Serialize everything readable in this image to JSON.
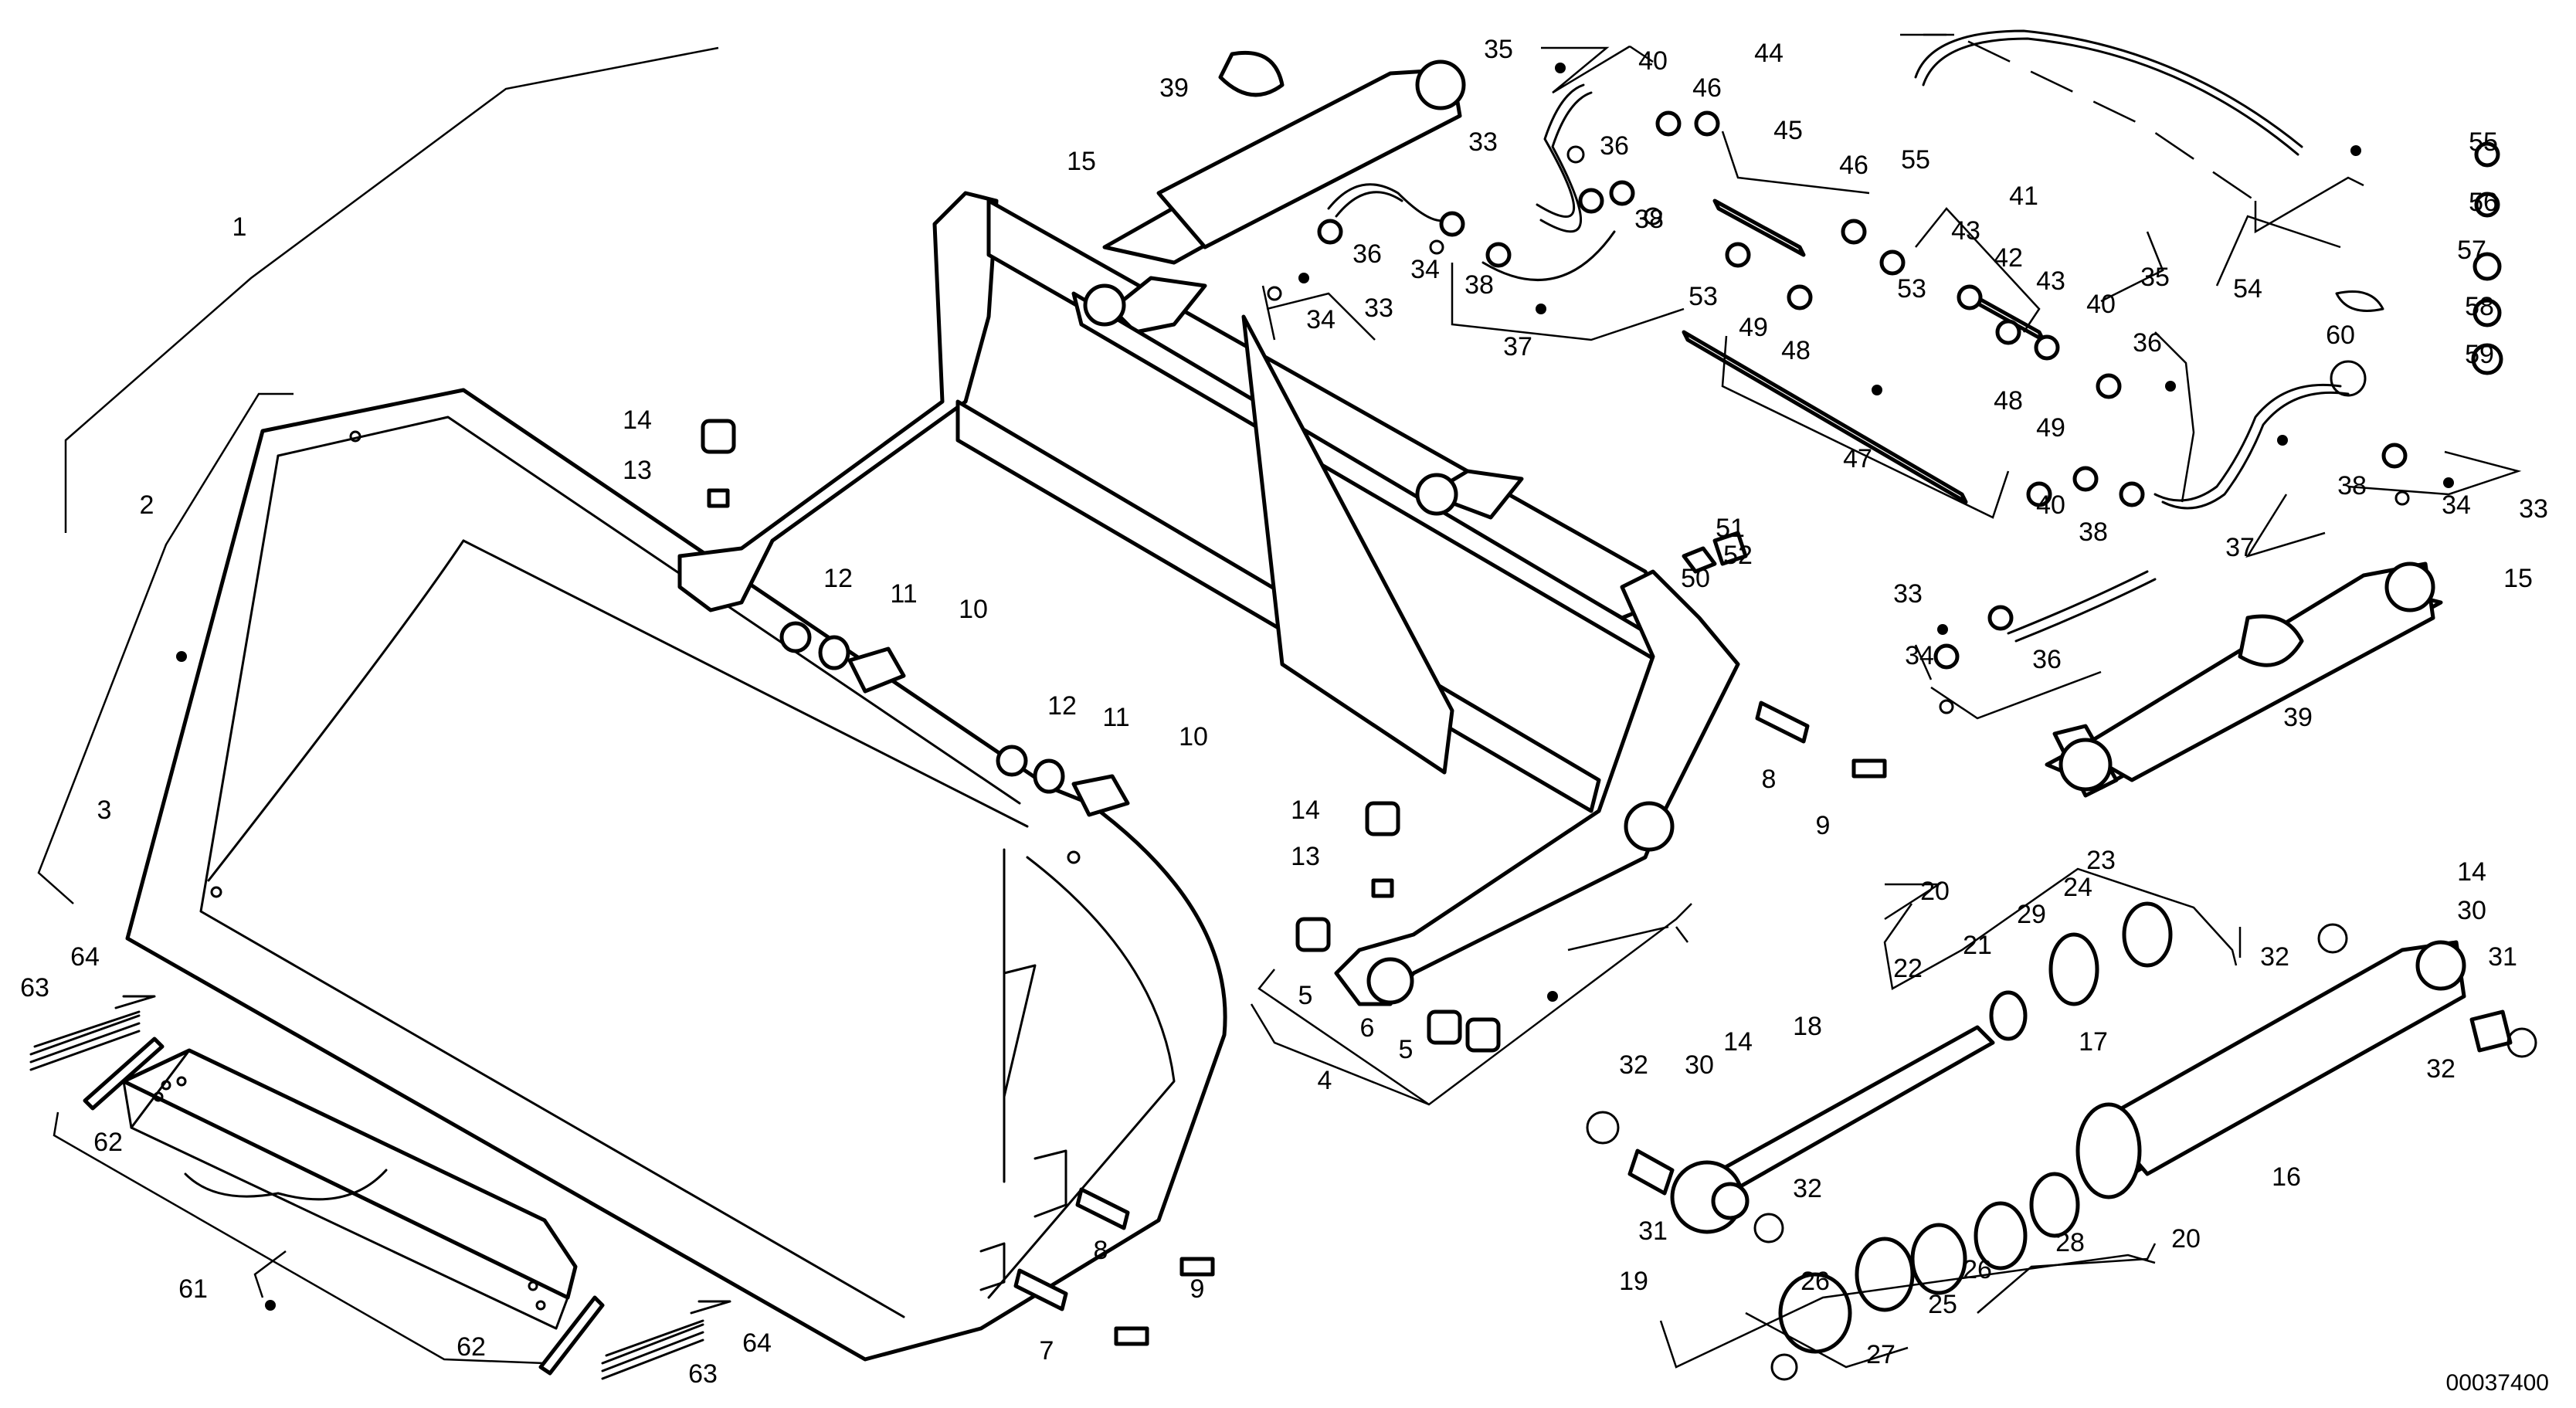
{
  "document_number": "00037400",
  "callouts": [
    {
      "num": "1"
    },
    {
      "num": "2"
    },
    {
      "num": "3"
    },
    {
      "num": "4"
    },
    {
      "num": "5"
    },
    {
      "num": "5"
    },
    {
      "num": "6"
    },
    {
      "num": "7"
    },
    {
      "num": "8"
    },
    {
      "num": "8"
    },
    {
      "num": "9"
    },
    {
      "num": "9"
    },
    {
      "num": "10"
    },
    {
      "num": "10"
    },
    {
      "num": "11"
    },
    {
      "num": "11"
    },
    {
      "num": "12"
    },
    {
      "num": "12"
    },
    {
      "num": "13"
    },
    {
      "num": "13"
    },
    {
      "num": "14"
    },
    {
      "num": "14"
    },
    {
      "num": "14"
    },
    {
      "num": "14"
    },
    {
      "num": "15"
    },
    {
      "num": "15"
    },
    {
      "num": "16"
    },
    {
      "num": "17"
    },
    {
      "num": "18"
    },
    {
      "num": "19"
    },
    {
      "num": "20"
    },
    {
      "num": "20"
    },
    {
      "num": "21"
    },
    {
      "num": "22"
    },
    {
      "num": "23"
    },
    {
      "num": "24"
    },
    {
      "num": "25"
    },
    {
      "num": "26"
    },
    {
      "num": "26"
    },
    {
      "num": "27"
    },
    {
      "num": "28"
    },
    {
      "num": "29"
    },
    {
      "num": "30"
    },
    {
      "num": "30"
    },
    {
      "num": "31"
    },
    {
      "num": "31"
    },
    {
      "num": "32"
    },
    {
      "num": "32"
    },
    {
      "num": "32"
    },
    {
      "num": "32"
    },
    {
      "num": "33"
    },
    {
      "num": "33"
    },
    {
      "num": "33"
    },
    {
      "num": "33"
    },
    {
      "num": "34"
    },
    {
      "num": "34"
    },
    {
      "num": "34"
    },
    {
      "num": "34"
    },
    {
      "num": "35"
    },
    {
      "num": "35"
    },
    {
      "num": "36"
    },
    {
      "num": "36"
    },
    {
      "num": "36"
    },
    {
      "num": "36"
    },
    {
      "num": "37"
    },
    {
      "num": "37"
    },
    {
      "num": "38"
    },
    {
      "num": "38"
    },
    {
      "num": "38"
    },
    {
      "num": "38"
    },
    {
      "num": "39"
    },
    {
      "num": "39"
    },
    {
      "num": "40"
    },
    {
      "num": "40"
    },
    {
      "num": "40"
    },
    {
      "num": "41"
    },
    {
      "num": "42"
    },
    {
      "num": "43"
    },
    {
      "num": "43"
    },
    {
      "num": "44"
    },
    {
      "num": "45"
    },
    {
      "num": "46"
    },
    {
      "num": "46"
    },
    {
      "num": "47"
    },
    {
      "num": "48"
    },
    {
      "num": "48"
    },
    {
      "num": "49"
    },
    {
      "num": "49"
    },
    {
      "num": "50"
    },
    {
      "num": "51"
    },
    {
      "num": "52"
    },
    {
      "num": "53"
    },
    {
      "num": "53"
    },
    {
      "num": "54"
    },
    {
      "num": "55"
    },
    {
      "num": "55"
    },
    {
      "num": "56"
    },
    {
      "num": "57"
    },
    {
      "num": "58"
    },
    {
      "num": "59"
    },
    {
      "num": "60"
    },
    {
      "num": "61"
    },
    {
      "num": "62"
    },
    {
      "num": "62"
    },
    {
      "num": "63"
    },
    {
      "num": "63"
    },
    {
      "num": "64"
    },
    {
      "num": "64"
    }
  ]
}
